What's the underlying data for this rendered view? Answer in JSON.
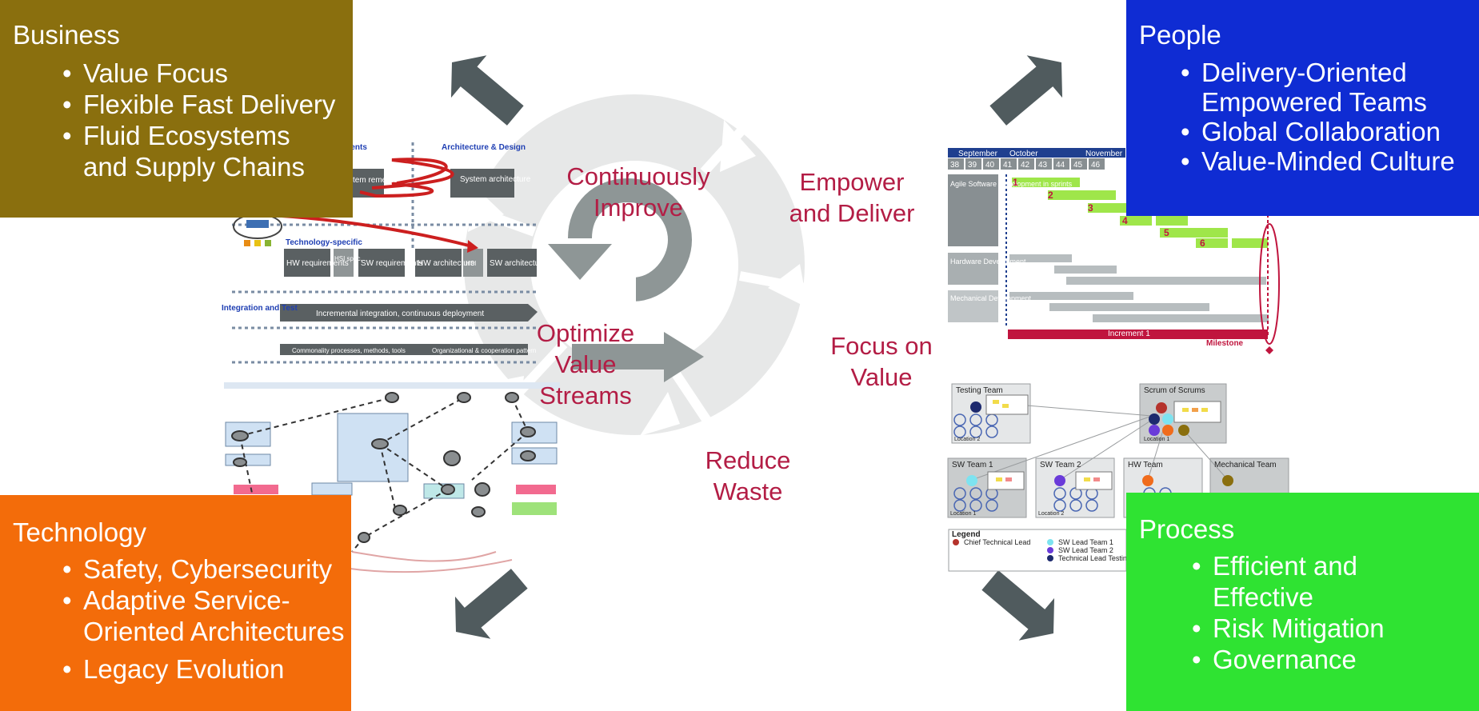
{
  "business": {
    "title": "Business",
    "items": [
      "Value Focus",
      "Flexible Fast Delivery",
      "Fluid Ecosystems and Supply Chains"
    ]
  },
  "people": {
    "title": "People",
    "items": [
      "Delivery-Oriented Empowered Teams",
      "Global Collaboration",
      "Value-Minded Culture"
    ]
  },
  "technology": {
    "title": "Technology",
    "items": [
      "Safety, Cybersecurity",
      "Adaptive Service-Oriented Architectures",
      "Legacy Evolution"
    ]
  },
  "process": {
    "title": "Process",
    "items": [
      "Efficient and Effective",
      "Risk Mitigation",
      "Governance"
    ]
  },
  "cycle": {
    "continuously_improve": "Continuously Improve",
    "empower_and_deliver": "Empower and Deliver",
    "optimize_value_streams": "Optimize Value Streams",
    "focus_on_value": "Focus on Value",
    "reduce_waste": "Reduce Waste"
  },
  "architecture_figure": {
    "requirements_header": "rements",
    "design_header": "Architecture & Design",
    "system_requirements": "stem rements",
    "system_architecture": "System architecture",
    "technology_specific": "Technology-specific",
    "hw_requirements": "HW requirements",
    "hsi_spec": "HSI spec.",
    "sw_requirements": "SW requirements",
    "hw_architecture": "HW architecture",
    "hsi": "HSI",
    "sw_architecture": "SW architecture",
    "integration_test": "Integration and Test",
    "incremental_integration": "Incremental integration, continuous deployment",
    "commonality": "Commonality processes, methods, tools",
    "organizational": "Organizational & cooperation pattern"
  },
  "gantt_figure": {
    "months": [
      "September",
      "October",
      "November"
    ],
    "weeks": [
      "38",
      "39",
      "40",
      "41",
      "42",
      "43",
      "44",
      "45",
      "46"
    ],
    "rows": [
      "Agile Software Development in sprints",
      "Hardware Development",
      "Mechanical Development"
    ],
    "sprints": [
      "1",
      "2",
      "3",
      "4",
      "5",
      "6"
    ],
    "increment": "Increment 1",
    "milestone": "Milestone"
  },
  "teams_figure": {
    "testing_team": "Testing Team",
    "scrum_of_scrums": "Scrum of Scrums",
    "sw_team_1": "SW Team 1",
    "sw_team_2": "SW Team 2",
    "hw_team": "HW Team",
    "mechanical_team": "Mechanical Team",
    "location_1": "Location 1",
    "location_2": "Location 2",
    "legend_title": "Legend",
    "legend_items": [
      "Chief Technical Lead",
      "SW Lead Team 1",
      "SW Lead Team 2",
      "Technical Lead Testing"
    ]
  },
  "colors": {
    "business": "#8a6f0e",
    "people": "#0f2cd3",
    "technology": "#f36c0a",
    "process": "#2fe332",
    "cycle_text": "#b31d45",
    "arrow": "#505b5e"
  }
}
